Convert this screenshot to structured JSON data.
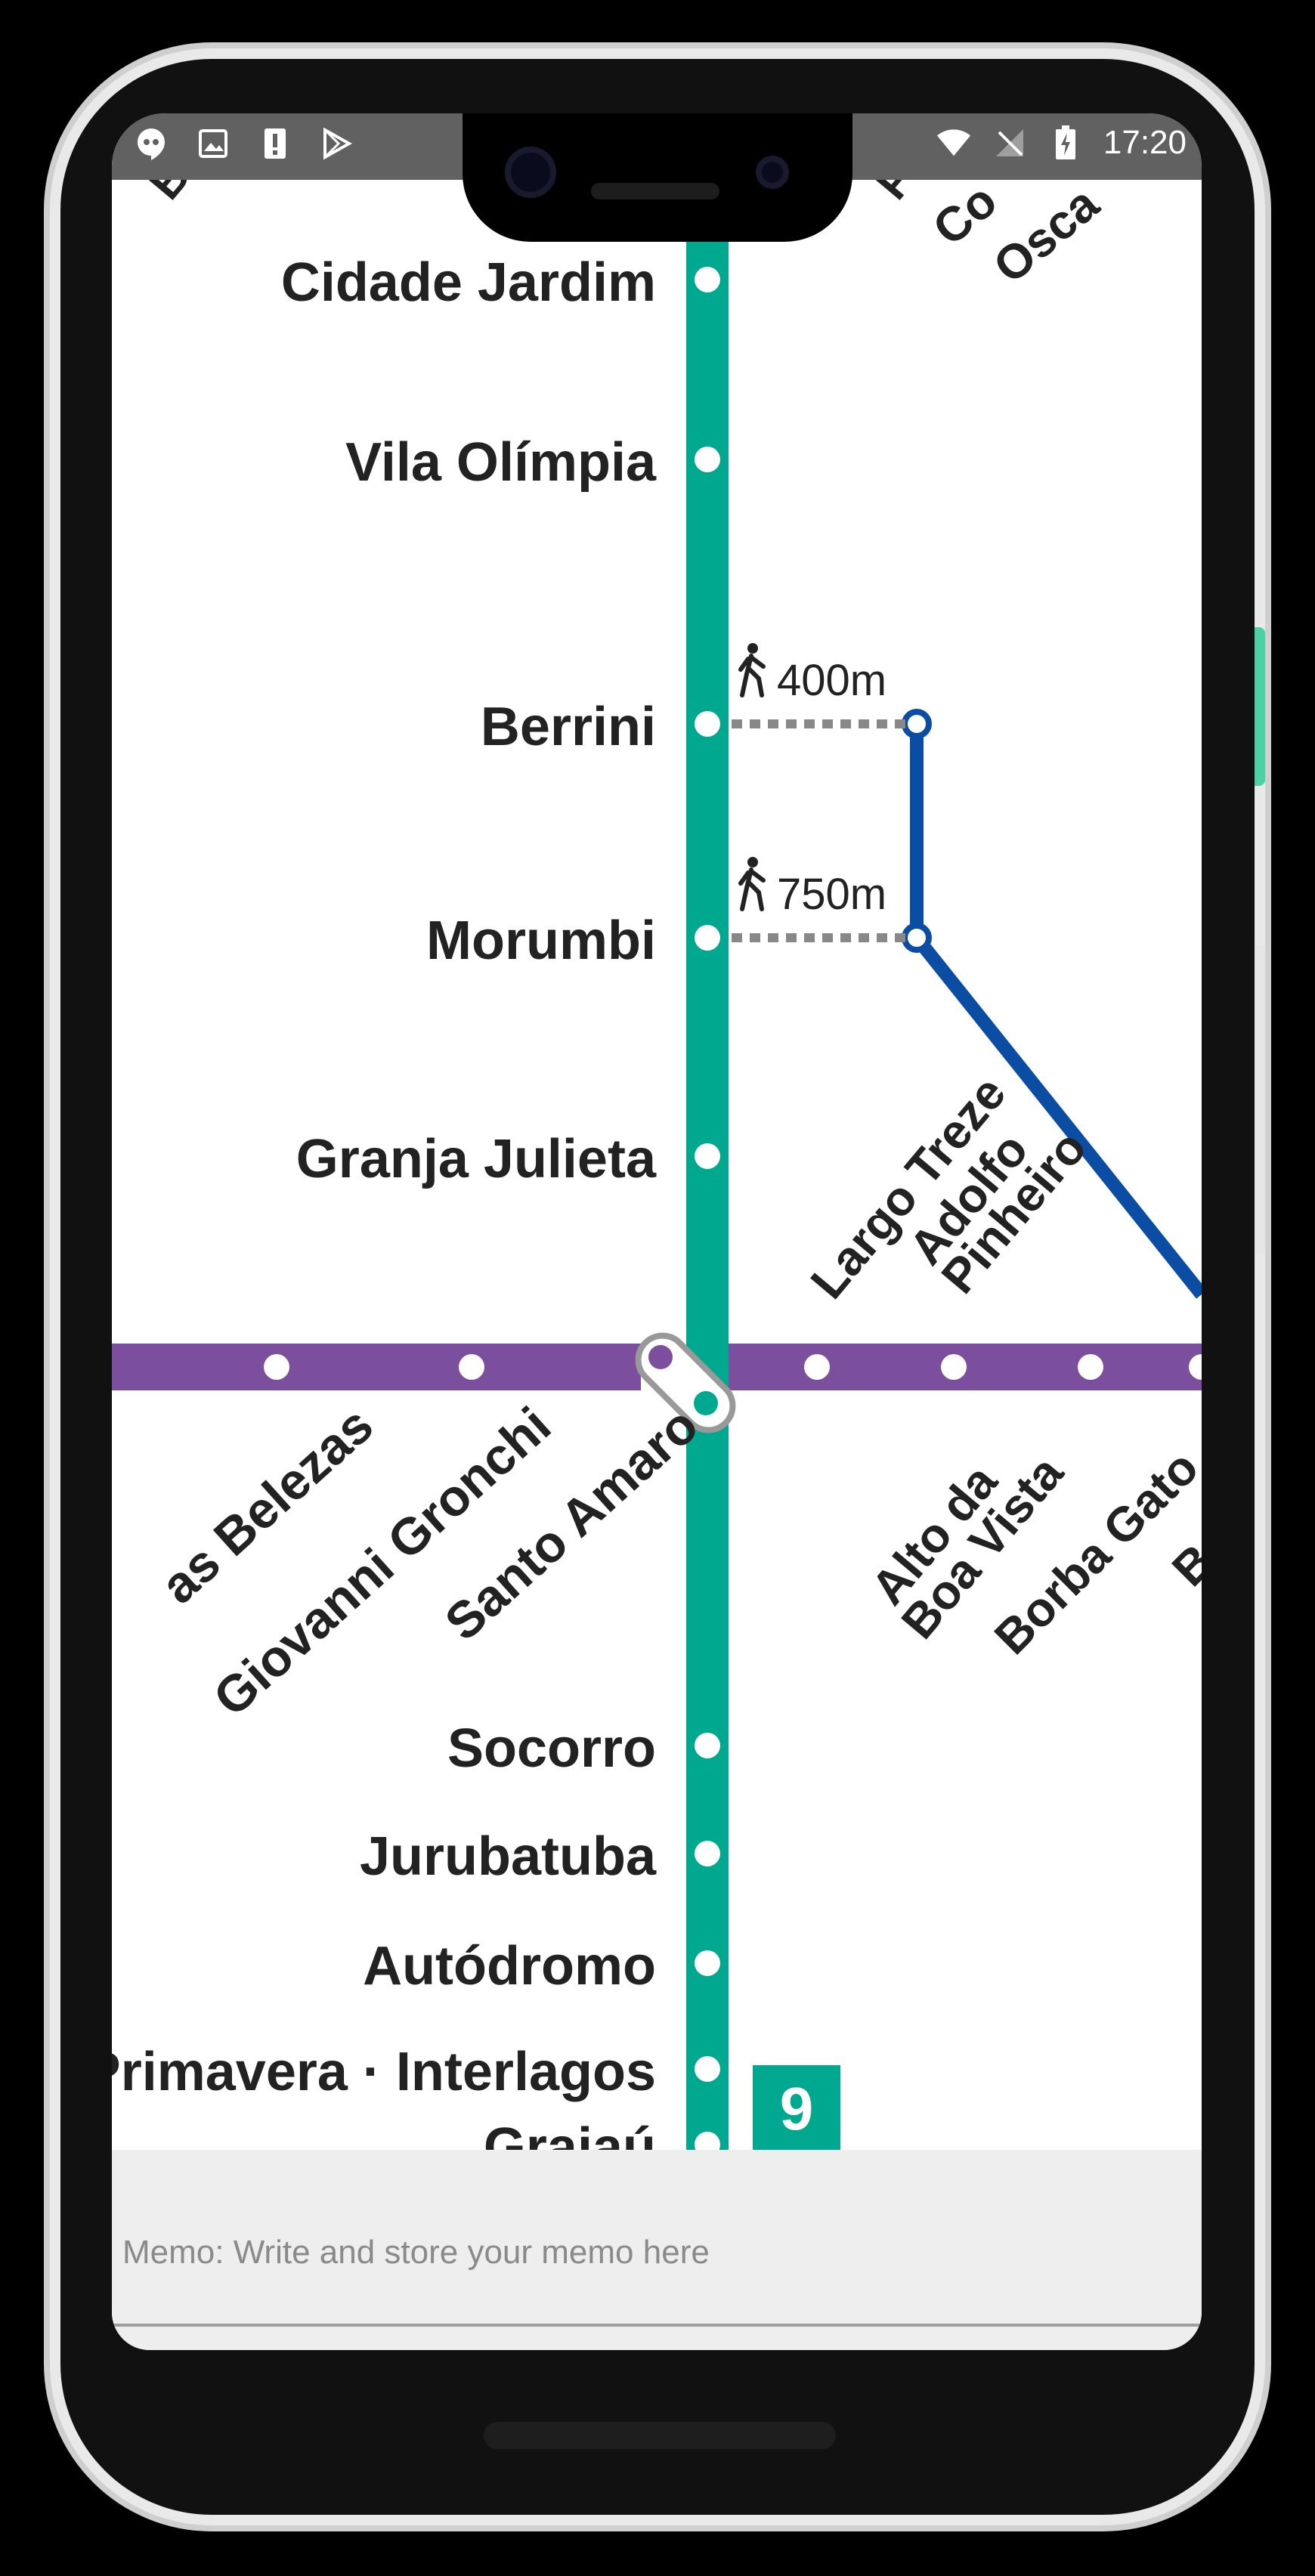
{
  "status_bar": {
    "time": "17:20",
    "left_icons": [
      "hangouts-icon",
      "image-icon",
      "alert-icon",
      "play-store-icon"
    ],
    "right_icons": [
      "wifi-icon",
      "no-signal-icon",
      "battery-charging-icon"
    ]
  },
  "map": {
    "line_colors": {
      "line9": "#00a88f",
      "line5": "#7b4f9e",
      "line_blue": "#0a4da2",
      "walk": "#888888"
    },
    "line9_stations": [
      "Cidade Jardim",
      "Vila Olímpia",
      "Berrini",
      "Morumbi",
      "Granja Julieta",
      "Socorro",
      "Jurubatuba",
      "Autódromo",
      "Primavera · Interlagos",
      "Graiaú"
    ],
    "line5_stations_left": [
      "as Belezas",
      "Giovanni Gronchi",
      "Santo Amaro"
    ],
    "line5_stations_right_top": [
      "Largo Treze",
      "Adolfo",
      "Pinheiro"
    ],
    "line5_stations_right_bottom": [
      "Alto da",
      "Boa Vista",
      "Borba Gato",
      "B"
    ],
    "top_cut_labels": [
      "Co",
      "Osca",
      "F",
      "B"
    ],
    "walk_transfers": [
      "400m",
      "750m"
    ],
    "line_badge": "9"
  },
  "memo": {
    "placeholder": "Memo: Write and store your memo here"
  }
}
